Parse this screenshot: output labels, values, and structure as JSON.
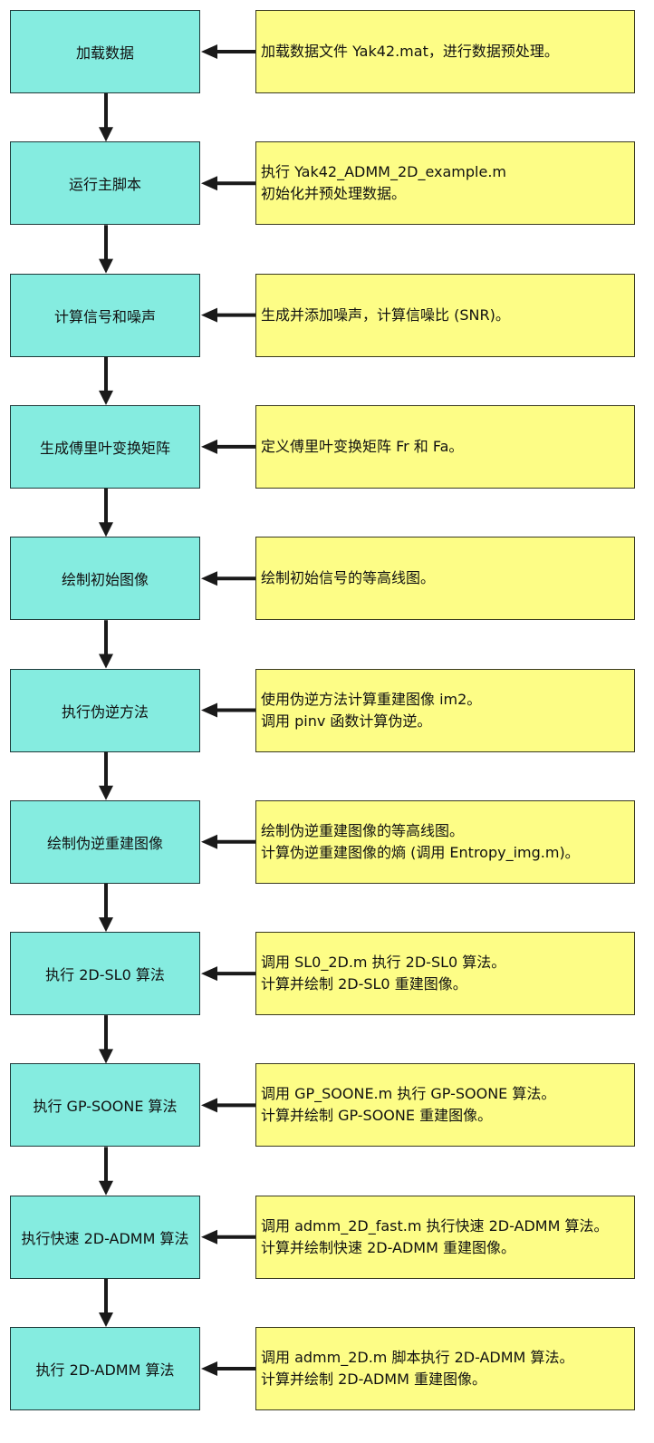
{
  "colors": {
    "step_fill": "#85ece0",
    "note_fill": "#fdfd86",
    "arrow": "#1a1a1a"
  },
  "steps": [
    {
      "title": "加载数据",
      "notes": [
        "加载数据文件 Yak42.mat，进行数据预处理。"
      ]
    },
    {
      "title": "运行主脚本",
      "notes": [
        "执行 Yak42_ADMM_2D_example.m",
        "初始化并预处理数据。"
      ]
    },
    {
      "title": "计算信号和噪声",
      "notes": [
        "生成并添加噪声，计算信噪比 (SNR)。"
      ]
    },
    {
      "title": "生成傅里叶变换矩阵",
      "notes": [
        "定义傅里叶变换矩阵 Fr 和 Fa。"
      ]
    },
    {
      "title": "绘制初始图像",
      "notes": [
        "绘制初始信号的等高线图。"
      ]
    },
    {
      "title": "执行伪逆方法",
      "notes": [
        "使用伪逆方法计算重建图像 im2。",
        "调用 pinv 函数计算伪逆。"
      ]
    },
    {
      "title": "绘制伪逆重建图像",
      "notes": [
        "绘制伪逆重建图像的等高线图。",
        "计算伪逆重建图像的熵 (调用 Entropy_img.m)。"
      ]
    },
    {
      "title": "执行 2D-SL0 算法",
      "notes": [
        "调用 SL0_2D.m 执行 2D-SL0 算法。",
        "计算并绘制 2D-SL0 重建图像。"
      ]
    },
    {
      "title": "执行 GP-SOONE 算法",
      "notes": [
        "调用 GP_SOONE.m 执行 GP-SOONE 算法。",
        "计算并绘制 GP-SOONE 重建图像。"
      ]
    },
    {
      "title": "执行快速 2D-ADMM 算法",
      "notes": [
        "调用 admm_2D_fast.m 执行快速 2D-ADMM 算法。",
        "计算并绘制快速 2D-ADMM 重建图像。"
      ]
    },
    {
      "title": "执行 2D-ADMM 算法",
      "notes": [
        "调用 admm_2D.m 脚本执行 2D-ADMM 算法。",
        "计算并绘制 2D-ADMM 重建图像。"
      ]
    }
  ]
}
